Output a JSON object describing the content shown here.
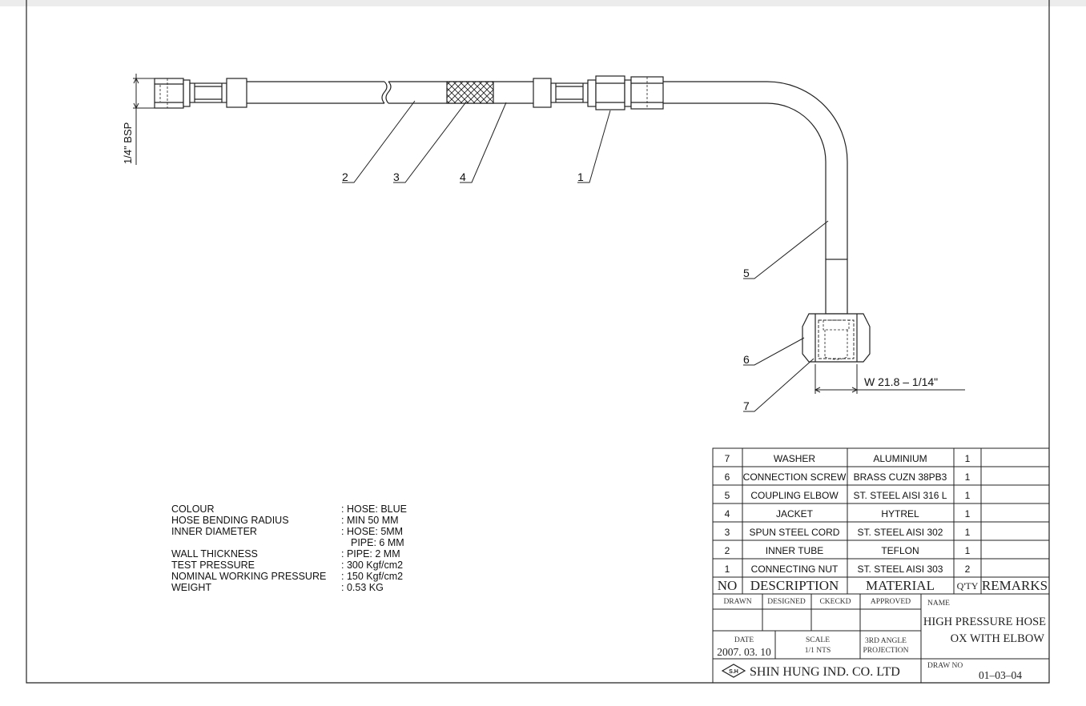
{
  "dimensions": {
    "thread_label": "1/4\" BSP",
    "width_label": "W 21.8 – 1/14\""
  },
  "balloons": [
    "1",
    "2",
    "3",
    "4",
    "5",
    "6",
    "7"
  ],
  "specs": [
    {
      "label": "COLOUR",
      "value": ": HOSE: BLUE"
    },
    {
      "label": "HOSE BENDING RADIUS",
      "value": ": MIN 50 MM"
    },
    {
      "label": "INNER DIAMETER",
      "value": ": HOSE: 5MM"
    },
    {
      "label": "",
      "value": "PIPE: 6 MM"
    },
    {
      "label": "WALL THICKNESS",
      "value": ": PIPE: 2 MM"
    },
    {
      "label": "TEST PRESSURE",
      "value": ": 300 Kgf/cm2"
    },
    {
      "label": "NOMINAL WORKING PRESSURE",
      "value": ": 150 Kgf/cm2"
    },
    {
      "label": "WEIGHT",
      "value": ": 0.53 KG"
    }
  ],
  "bom": {
    "rows": [
      {
        "no": "7",
        "description": "WASHER",
        "material": "ALUMINIUM",
        "qty": "1",
        "remarks": ""
      },
      {
        "no": "6",
        "description": "CONNECTION SCREW",
        "material": "BRASS CUZN 38PB3",
        "qty": "1",
        "remarks": ""
      },
      {
        "no": "5",
        "description": "COUPLING ELBOW",
        "material": "ST. STEEL AISI 316 L",
        "qty": "1",
        "remarks": ""
      },
      {
        "no": "4",
        "description": "JACKET",
        "material": "HYTREL",
        "qty": "1",
        "remarks": ""
      },
      {
        "no": "3",
        "description": "SPUN STEEL CORD",
        "material": "ST. STEEL AISI 302",
        "qty": "1",
        "remarks": ""
      },
      {
        "no": "2",
        "description": "INNER TUBE",
        "material": "TEFLON",
        "qty": "1",
        "remarks": ""
      },
      {
        "no": "1",
        "description": "CONNECTING NUT",
        "material": "ST. STEEL AISI 303",
        "qty": "2",
        "remarks": ""
      }
    ],
    "headers": {
      "no": "NO",
      "description": "DESCRIPTION",
      "material": "MATERIAL",
      "qty": "Q'TY",
      "remarks": "REMARKS"
    }
  },
  "title_block": {
    "drawn": "DRAWN",
    "designed": "DESIGNED",
    "checked": "CKECKD",
    "approved": "APPROVED",
    "name_label": "NAME",
    "name_line1": "HIGH PRESSURE HOSE",
    "name_line2": "OX WITH ELBOW",
    "date_label": "DATE",
    "date_value": "2007. 03. 10",
    "scale_label": "SCALE",
    "scale_value": "1/1   NTS",
    "projection_line1": "3RD ANGLE",
    "projection_line2": "PROJECTION",
    "logo_text": "S.H",
    "company": "SHIN HUNG IND. CO. LTD",
    "drawno_label": "DRAW NO",
    "drawno_value": "01–03–04"
  }
}
